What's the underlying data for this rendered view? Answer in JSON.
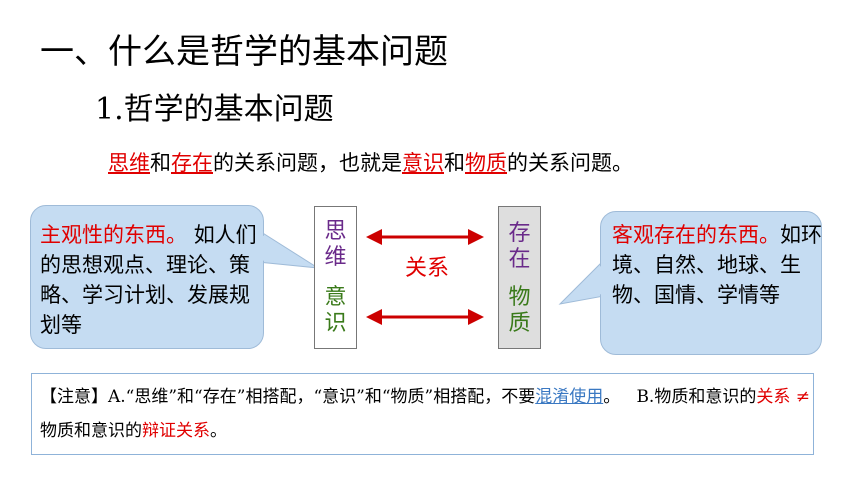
{
  "title": "一、什么是哲学的基本问题",
  "subtitle": {
    "number": "1.",
    "text": "哲学的基本问题"
  },
  "statement": {
    "term1": "思维",
    "and1": "和",
    "term2": "存在",
    "mid": "的关系问题，也就是",
    "term3": "意识",
    "and2": "和",
    "term4": "物质",
    "end": "的关系问题。"
  },
  "left_callout": {
    "label": "主观性的东西。",
    "text": "如人们的思想观点、理论、策略、学习计划、发展规划等"
  },
  "right_callout": {
    "label": "客观存在的东西。",
    "text": "如环境、自然、地球、生物、国情、学情等"
  },
  "box_left": {
    "top_chars": [
      "思",
      "维"
    ],
    "bottom_chars": [
      "意",
      "识"
    ]
  },
  "box_right": {
    "top_chars": [
      "存",
      "在"
    ],
    "bottom_chars": [
      "物",
      "质"
    ]
  },
  "relation_label": "关系",
  "note": {
    "prefix": "【注意】A.“思维”和“存在”相搭配，“意识”和“物质”相搭配，不要",
    "link": "混淆使用",
    "after_link": "。",
    "part_b": "B.物质和意识的",
    "relation": "关系",
    "neq": "≠",
    "part_b2": "物质和意识的",
    "dialectic": "辩证关系",
    "end": "。"
  },
  "colors": {
    "accent_red": "#e00000",
    "callout_fill": "#c5dcf2",
    "link_blue": "#3a78c2",
    "box_purple": "#6a2a8a",
    "box_green": "#3a7a1a"
  }
}
